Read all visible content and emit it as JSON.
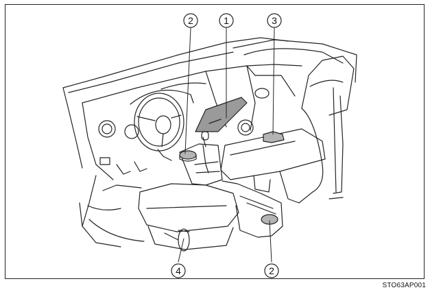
{
  "figure": {
    "code": "STO63AP001",
    "callouts": [
      {
        "label": "1"
      },
      {
        "label": "2"
      },
      {
        "label": "3"
      },
      {
        "label": "2"
      },
      {
        "label": "4"
      }
    ]
  }
}
